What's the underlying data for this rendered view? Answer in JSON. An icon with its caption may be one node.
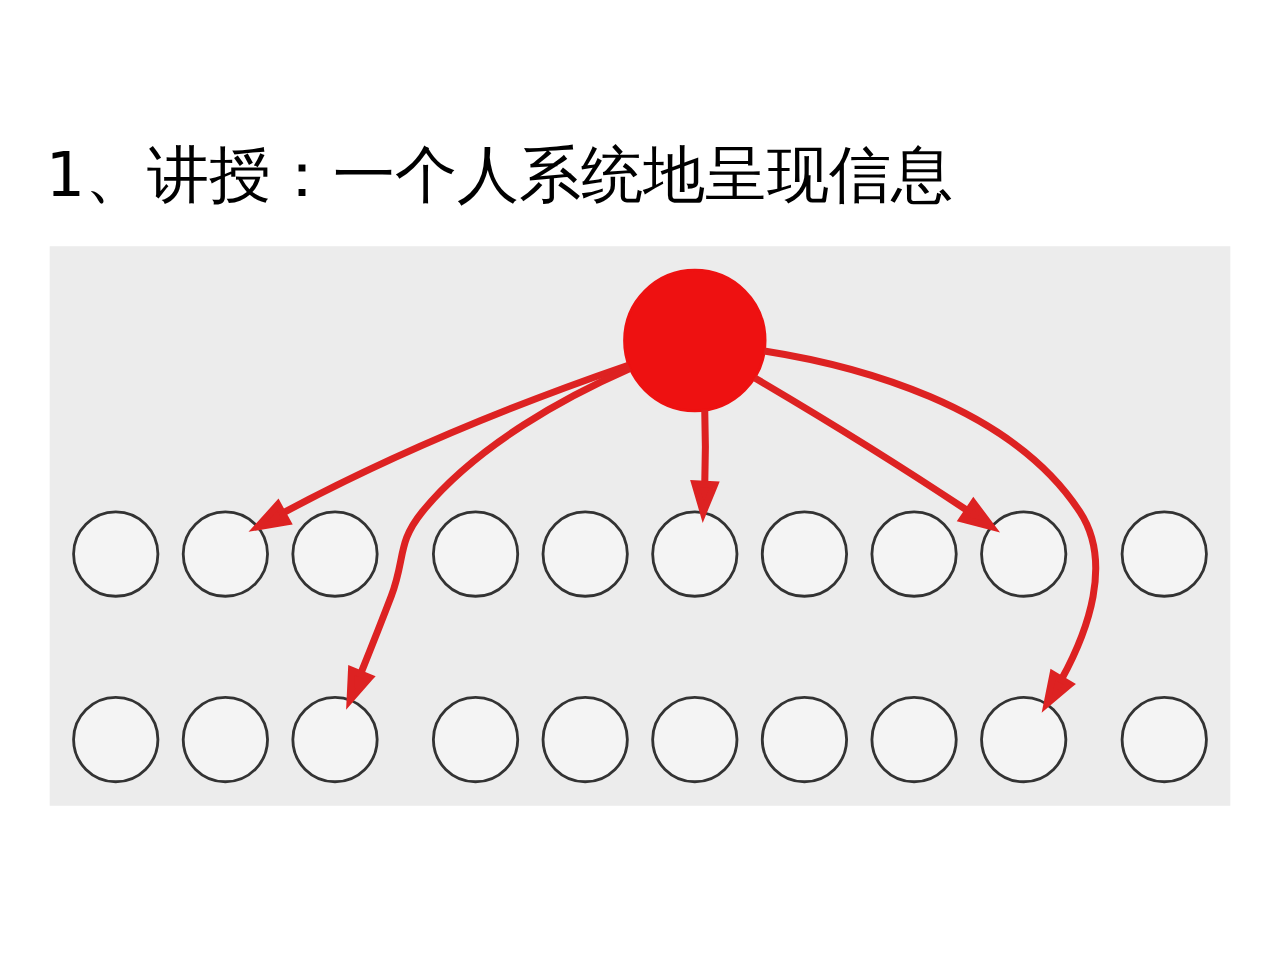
{
  "diagram": {
    "title": "1、讲授：一个人系统地呈现信息",
    "nodes": [
      {
        "text": [],
        "shape": "box"
      },
      {
        "text": [],
        "shape": "circle",
        "in": 0
      },
      {
        "text": [],
        "shape": "circle",
        "in": 0
      },
      {
        "text": [],
        "shape": "circle",
        "in": 0
      },
      {
        "text": [],
        "shape": "circle",
        "in": 0
      },
      {
        "text": [],
        "shape": "circle",
        "in": 0
      },
      {
        "text": [],
        "shape": "circle",
        "in": 0
      },
      {
        "text": [],
        "shape": "circle",
        "in": 0
      },
      {
        "text": [],
        "shape": "circle",
        "in": 0
      },
      {
        "text": [],
        "shape": "circle",
        "in": 0
      },
      {
        "text": [],
        "shape": "circle",
        "in": 0
      },
      {
        "text": [],
        "shape": "circle",
        "in": 0
      },
      {
        "text": [],
        "shape": "circle",
        "in": 0
      },
      {
        "text": [],
        "shape": "circle",
        "in": 0
      },
      {
        "text": [],
        "shape": "circle",
        "in": 0
      },
      {
        "text": [],
        "shape": "circle",
        "in": 0
      },
      {
        "text": [],
        "shape": "circle",
        "in": 0
      },
      {
        "text": [],
        "shape": "circle",
        "in": 0
      },
      {
        "text": [],
        "shape": "circle",
        "in": 0
      },
      {
        "text": [],
        "shape": "circle",
        "in": 0
      },
      {
        "text": [],
        "shape": "circle",
        "in": 0
      },
      {
        "text": [],
        "shape": "circle",
        "in": 0
      }
    ],
    "edges": [
      {
        "from": 1,
        "to": 3,
        "arrow": "to"
      },
      {
        "from": 1,
        "to": 14,
        "arrow": "to"
      },
      {
        "from": 1,
        "to": 7,
        "arrow": "to"
      },
      {
        "from": 1,
        "to": 20,
        "arrow": "to"
      },
      {
        "from": 1,
        "to": 10,
        "arrow": "to"
      }
    ]
  }
}
